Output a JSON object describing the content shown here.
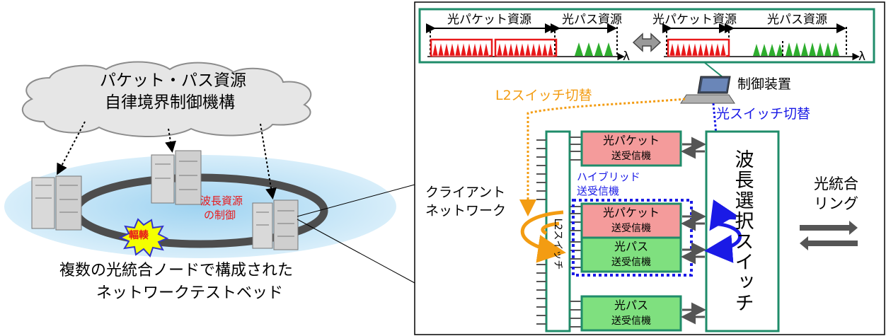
{
  "cloud": {
    "line1": "パケット・パス資源",
    "line2": "自律境界制御機構"
  },
  "ring_labels": {
    "wavelength_control_1": "波長資源",
    "wavelength_control_2": "の制御",
    "congestion": "輻輳"
  },
  "caption": {
    "line1": "複数の光統合ノードで構成された",
    "line2": "ネットワークテストベッド"
  },
  "resource_bar": {
    "left_packet": "光パケット資源",
    "left_path": "光パス資源",
    "right_packet": "光パケット資源",
    "right_path": "光パス資源",
    "lambda_left": "λ",
    "lambda_right": "λ"
  },
  "controller": {
    "label": "制御装置"
  },
  "switching": {
    "l2": "L2スイッチ切替",
    "optical": "光スイッチ切替"
  },
  "client_network": {
    "line1": "クライアント",
    "line2": "ネットワーク"
  },
  "l2_switch": {
    "label": "L2スイッチ"
  },
  "hybrid": {
    "line1": "ハイブリッド",
    "line2": "送受信機"
  },
  "transceivers": [
    {
      "line1": "光パケット",
      "line2": "送受信機"
    },
    {
      "line1": "光パケット",
      "line2": "送受信機"
    },
    {
      "line1": "光パス",
      "line2": "送受信機"
    },
    {
      "line1": "光パス",
      "line2": "送受信機"
    }
  ],
  "wss": {
    "label": "波長選択スイッチ"
  },
  "ring": {
    "line1": "光統合",
    "line2": "リング"
  },
  "colors": {
    "green_border": "#1f8c6a",
    "packet_fill": "#f49b9b",
    "path_fill": "#7fe07f",
    "orange": "#f39c12",
    "blue": "#1a1ae6",
    "red_text": "#e8191b"
  }
}
